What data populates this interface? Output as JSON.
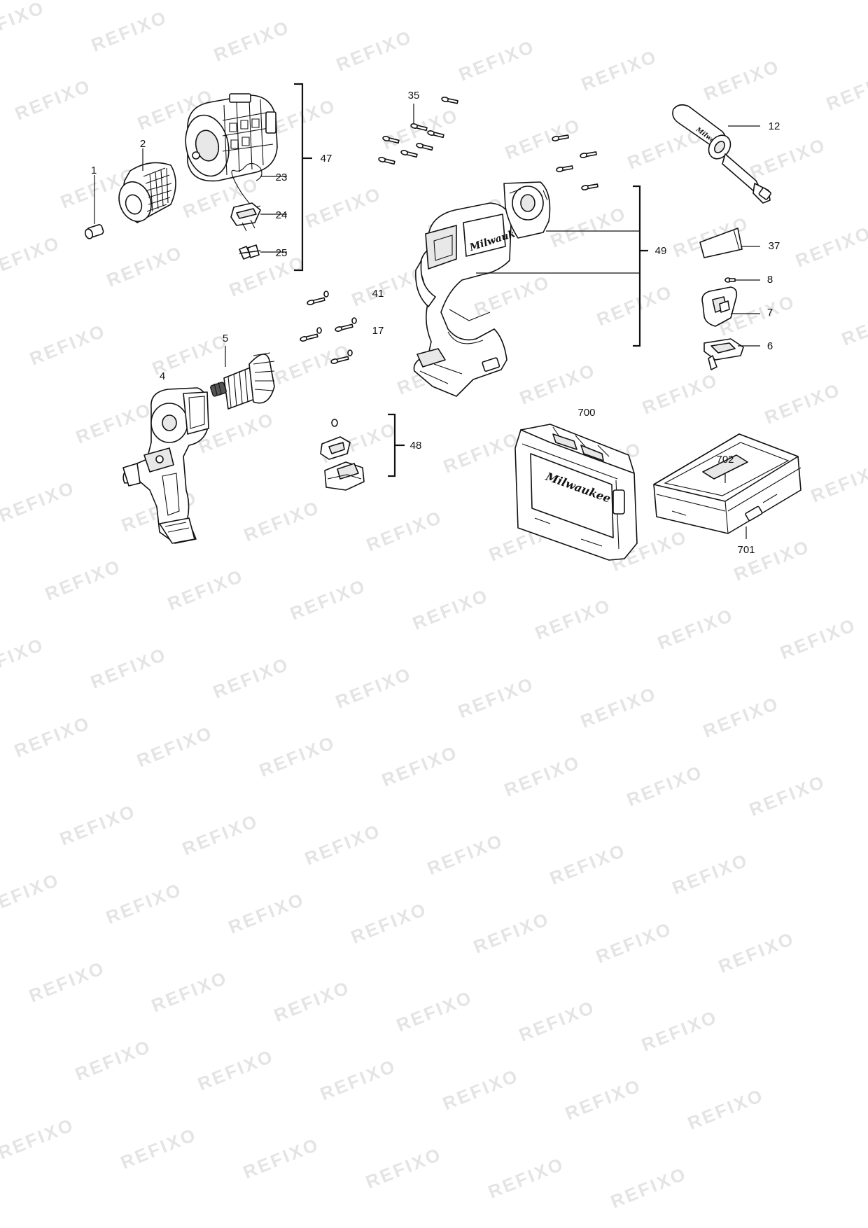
{
  "watermark": {
    "text": "REFIXO"
  },
  "brand": {
    "logo_text": "Milwaukee"
  },
  "callouts": {
    "p1": "1",
    "p2": "2",
    "p4": "4",
    "p5": "5",
    "p6": "6",
    "p7": "7",
    "p8": "8",
    "p12": "12",
    "p17": "17",
    "p23": "23",
    "p24": "24",
    "p25": "25",
    "p35": "35",
    "p37": "37",
    "p41": "41",
    "p47": "47",
    "p48": "48",
    "p49": "49",
    "p700": "700",
    "p701": "701",
    "p702": "702"
  }
}
